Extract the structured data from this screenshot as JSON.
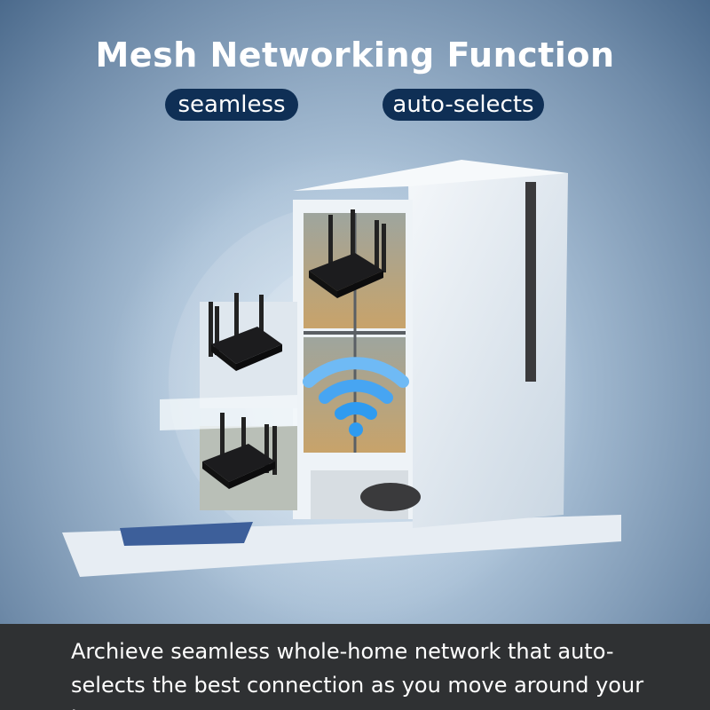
{
  "title": "Mesh Networking Function",
  "tags": [
    {
      "label": "seamless"
    },
    {
      "label": "auto-selects"
    }
  ],
  "caption": "Archieve seamless whole-home network that auto-selects the best connection as you move around your home.",
  "colors": {
    "pill_bg": "#0f2f55",
    "caption_bg": "#2f3133",
    "wifi_blue": "#2f9bf0",
    "router": "#1c1c1e"
  },
  "icons": [
    "wifi-icon",
    "mesh-router"
  ]
}
